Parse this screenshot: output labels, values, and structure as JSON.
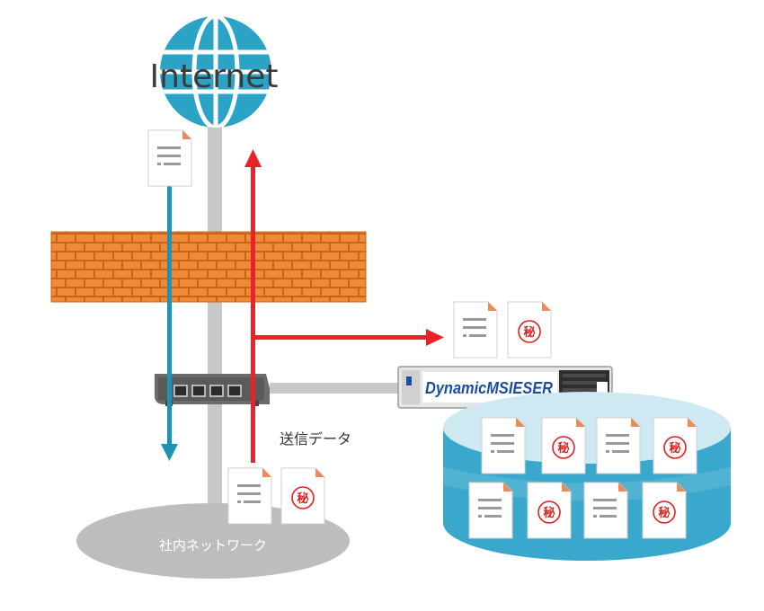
{
  "internet": {
    "label": "Internet"
  },
  "network": {
    "label": "社内ネットワーク"
  },
  "send_label": "送信データ",
  "appliance": {
    "brand": "DynamicMSIESER"
  },
  "secret_mark": "秘",
  "colors": {
    "globe": "#2aa3c4",
    "pole": "#c8c8c8",
    "inbound_arrow": "#1b93b4",
    "outbound_arrow": "#e8232a",
    "brick": "#ee8a3a",
    "mortar": "#c96417",
    "cloud": "#bdbdbd",
    "db_top": "#cfe9f2",
    "db_body": "#3aa8cc"
  }
}
